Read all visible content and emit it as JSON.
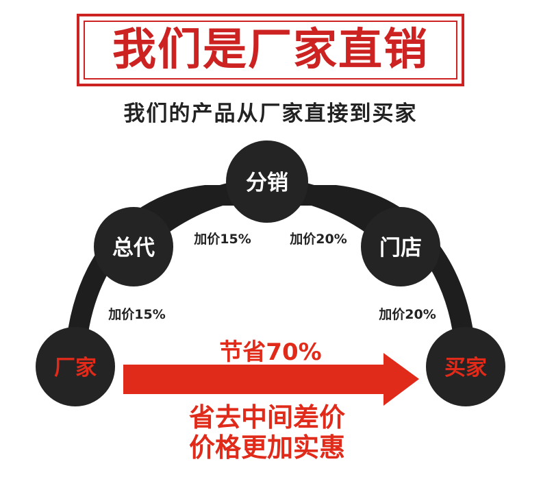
{
  "header": {
    "title": "我们是厂家直销",
    "subtitle": "我们的产品从厂家直接到买家"
  },
  "diagram": {
    "nodes": [
      {
        "id": "factory",
        "label": "厂家",
        "label_color": "#e02a1a"
      },
      {
        "id": "general_agent",
        "label": "总代",
        "label_color": "#ffffff"
      },
      {
        "id": "distribution",
        "label": "分销",
        "label_color": "#ffffff"
      },
      {
        "id": "store",
        "label": "门店",
        "label_color": "#ffffff"
      },
      {
        "id": "buyer",
        "label": "买家",
        "label_color": "#e02a1a"
      }
    ],
    "markups": [
      {
        "from": "factory",
        "to": "general_agent",
        "text": "加价15%"
      },
      {
        "from": "general_agent",
        "to": "distribution",
        "text": "加价15%"
      },
      {
        "from": "distribution",
        "to": "store",
        "text": "加价20%"
      },
      {
        "from": "store",
        "to": "buyer",
        "text": "加价20%"
      }
    ],
    "direct_arrow": {
      "text": "节省70%"
    },
    "bottom_lines": [
      "省去中间差价",
      "价格更加实惠"
    ]
  },
  "colors": {
    "accent_red": "#e02a1a",
    "node_fill": "#242424",
    "arc_stroke": "#1e1e1e",
    "text_dark": "#222222"
  }
}
